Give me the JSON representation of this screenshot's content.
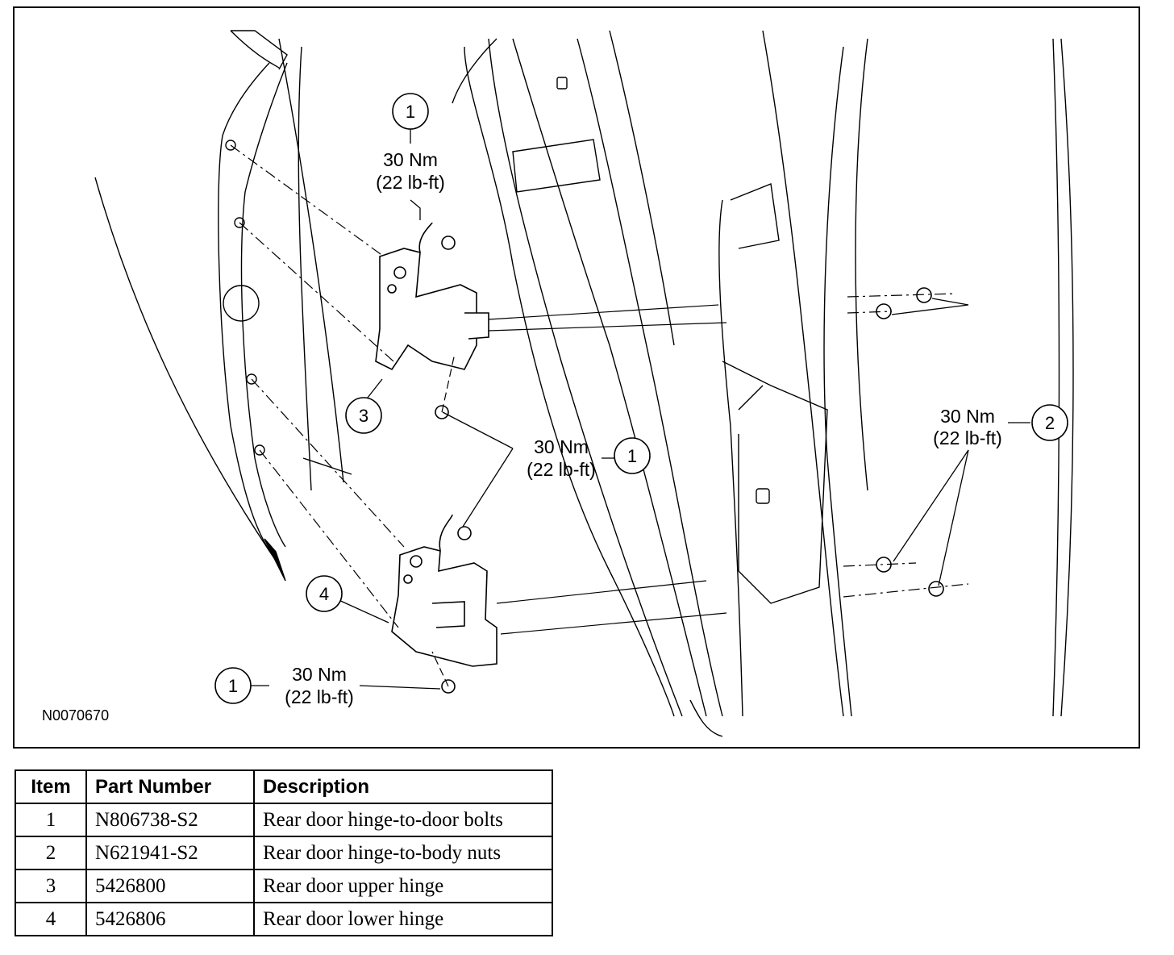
{
  "figure": {
    "figure_id": "N0070670",
    "callouts": {
      "top_bolt": "1",
      "mid_bolts": "1",
      "bottom_bolt": "1",
      "nuts": "2",
      "upper_hinge": "3",
      "lower_hinge": "4"
    },
    "torque": {
      "nm": "30 Nm",
      "lbft": "(22 lb-ft)"
    }
  },
  "table": {
    "headers": {
      "item": "Item",
      "part_number": "Part Number",
      "description": "Description"
    },
    "rows": [
      {
        "item": "1",
        "part_number": "N806738-S2",
        "description": "Rear door hinge-to-door bolts"
      },
      {
        "item": "2",
        "part_number": "N621941-S2",
        "description": "Rear door hinge-to-body nuts"
      },
      {
        "item": "3",
        "part_number": "5426800",
        "description": "Rear door upper hinge"
      },
      {
        "item": "4",
        "part_number": "5426806",
        "description": "Rear door lower hinge"
      }
    ]
  }
}
